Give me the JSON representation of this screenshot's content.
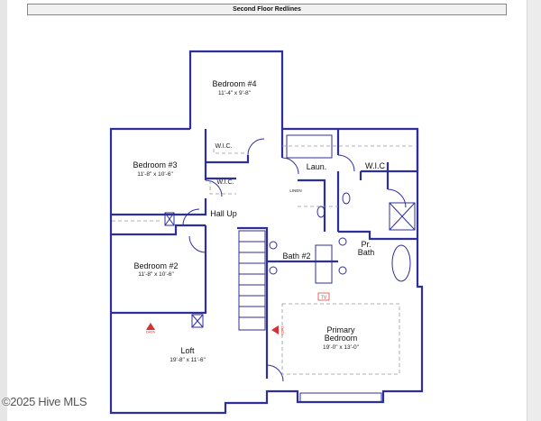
{
  "title": "Second Floor Redlines",
  "rooms": {
    "bedroom4": {
      "name": "Bedroom #4",
      "dims": "11'-4\" x 9'-8\""
    },
    "bedroom3": {
      "name": "Bedroom #3",
      "dims": "11'-8\" x 10'-6\""
    },
    "bedroom2": {
      "name": "Bedroom #2",
      "dims": "11'-8\" x 10'-6\""
    },
    "loft": {
      "name": "Loft",
      "dims": "19'-8\" x 11'-6\""
    },
    "primary": {
      "name_line1": "Primary",
      "name_line2": "Bedroom",
      "dims": "19'-0\" x 13'-0\""
    },
    "wic1": "W.I.C.",
    "wic2": "W.I.C.",
    "wic3": "W.I.C",
    "laundry": "Laun.",
    "linen": "LINEN",
    "hall": "Hall Up",
    "bath2": "Bath #2",
    "prbath_line1": "Pr.",
    "prbath_line2": "Bath",
    "tv": "TV",
    "data1": "DATA",
    "data2": "DATA"
  },
  "copyright": "©2025 Hive MLS",
  "colors": {
    "wall": "#2f2f9c",
    "redline": "#d83030"
  }
}
